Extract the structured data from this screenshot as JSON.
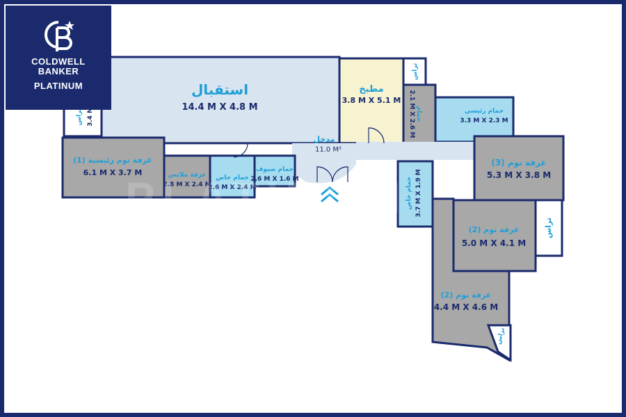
{
  "brand": {
    "line1": "COLDWELL",
    "line2": "BANKER",
    "line3": "PLATINUM",
    "colors": {
      "navy": "#1a2a6c",
      "accent_blue": "#1e9fd8"
    }
  },
  "watermark": "PLATINUM",
  "rooms": {
    "reception": {
      "name": "استقبال",
      "dims": "14.4 M X 4.8 M"
    },
    "kitchen": {
      "name": "مطبخ",
      "dims": "3.8 M X 5.1 M"
    },
    "entrance": {
      "name": "مدخل",
      "dims": "11.0 M²"
    },
    "master_bedroom": {
      "name": "غرفة نوم رئيسية (1)",
      "dims": "6.1 M X 3.7 M"
    },
    "dressing_room": {
      "name": "غرفة ملابس",
      "dims": "2.8 M X 2.4 M"
    },
    "private_bath_1": {
      "name": "حمام خاص",
      "dims": "2.6 M X 2.4 M"
    },
    "guest_bath": {
      "name": "حمام ضيوف",
      "dims": "2.6 M X 1.6 M"
    },
    "main_bath": {
      "name": "حمام رئيسي",
      "dims": "3.3 M X 2.3 M"
    },
    "bedroom_3": {
      "name": "غرفة نوم (3)",
      "dims": "5.3 M X 3.8 M"
    },
    "private_bath_2": {
      "name": "حمام خاص",
      "dims": "3.7 M X 1.9 M"
    },
    "bedroom_2a": {
      "name": "غرفة نوم (2)",
      "dims": "5.0 M X 4.1 M"
    },
    "bedroom_2b": {
      "name": "غرفة نوم (2)",
      "dims": "4.4 M X 4.6 M"
    },
    "small_bath": {
      "name": "حمام",
      "dims": "2.1 M X 2.6 M"
    },
    "terrace_left": {
      "name": "تراس",
      "dims": "3.4 M"
    },
    "terrace_kitchen": {
      "name": "تراس"
    },
    "terrace_right": {
      "name": "تراس"
    },
    "terrace_bottom": {
      "name": "تراس"
    }
  }
}
